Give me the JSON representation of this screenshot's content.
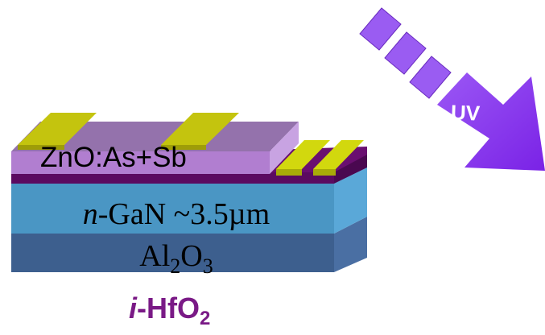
{
  "labels": {
    "zno": "ZnO:As+Sb",
    "gan_italic": "n",
    "gan_rest": "-GaN ~3.5µm",
    "sapphire_a": "Al",
    "sapphire_a_sub": "2",
    "sapphire_b": "O",
    "sapphire_b_sub": "3",
    "hfo_italic": "i",
    "hfo_rest": "-HfO",
    "hfo_sub": "2",
    "uv": "UV"
  },
  "colors": {
    "sapphire_front": "#3d5f8e",
    "sapphire_side": "#4a6fa3",
    "gan_front": "#4a96c4",
    "gan_side": "#5aa8d8",
    "gan_top": "#6cb6dc",
    "hfo_layer": "#5b0a60",
    "zno_front": "#b17ed0",
    "zno_top": "#9472ac",
    "zno_side": "#c8a3e2",
    "electrode": "#b5b40c",
    "electrode_top": "#d2d80e",
    "uv_arrow": "#8a33ee",
    "hfo_text": "#7a1a86"
  }
}
